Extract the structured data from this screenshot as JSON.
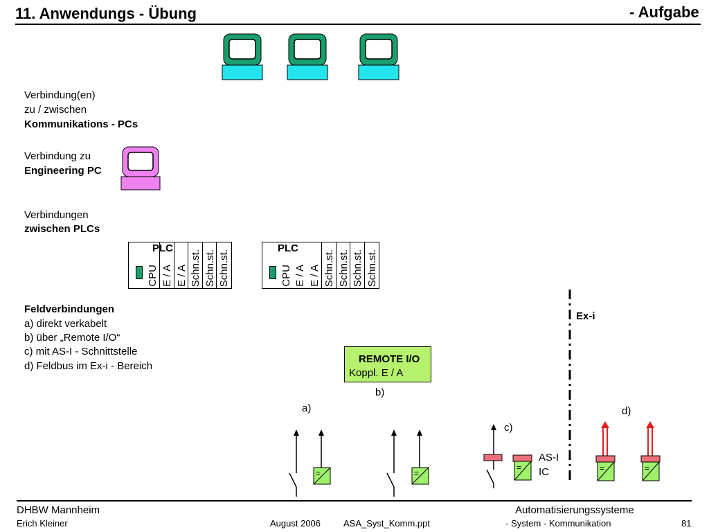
{
  "header": {
    "title_left": "11. Anwendungs - Übung",
    "title_right": "- Aufgabe"
  },
  "text": {
    "comm_line1": "Verbindung(en)",
    "comm_line2": "zu / zwischen",
    "comm_line3": "Kommunikations - PCs",
    "eng_line1": "Verbindung zu",
    "eng_line2": "Engineering PC",
    "plc_line1": "Verbindungen",
    "plc_line2": "zwischen PLCs",
    "field_title": "Feldverbindungen",
    "field_a": "a) direkt verkabelt",
    "field_b": "b) über „Remote I/O“",
    "field_c": "c) mit AS-I - Schnittstelle",
    "field_d": "d) Feldbus im Ex-i - Bereich"
  },
  "plc_rack": {
    "label": "PLC",
    "modules": [
      "CPU",
      "E / A",
      "E / A",
      "Schn.st.",
      "Schn.st.",
      "Schn.st."
    ]
  },
  "remote_io": {
    "line1": "REMOTE I/O",
    "line2": "Koppl.  E / A"
  },
  "labels": {
    "a": "a)",
    "b": "b)",
    "c": "c)",
    "d": "d)",
    "exi": "Ex-i",
    "asi_line1": "AS-I",
    "asi_line2": "IC",
    "conv_symbol": "="
  },
  "footer": {
    "org": "DHBW  Mannheim",
    "author": "Erich Kleiner",
    "date": "August 2006",
    "file": "ASA_Syst_Komm.ppt",
    "course_line1": "Automatisierungssysteme",
    "course_line2": "- System - Kommunikation",
    "page": "81"
  },
  "colors": {
    "comm_pc": "#1a9e6e",
    "comm_pc_base": "#22e4ea",
    "eng_pc": "#ee82ee",
    "remote_io": "#b7f26e",
    "module_top": "#ec6f7a",
    "converter": "#9ff06b",
    "exi_arrow": "#e0201e"
  }
}
